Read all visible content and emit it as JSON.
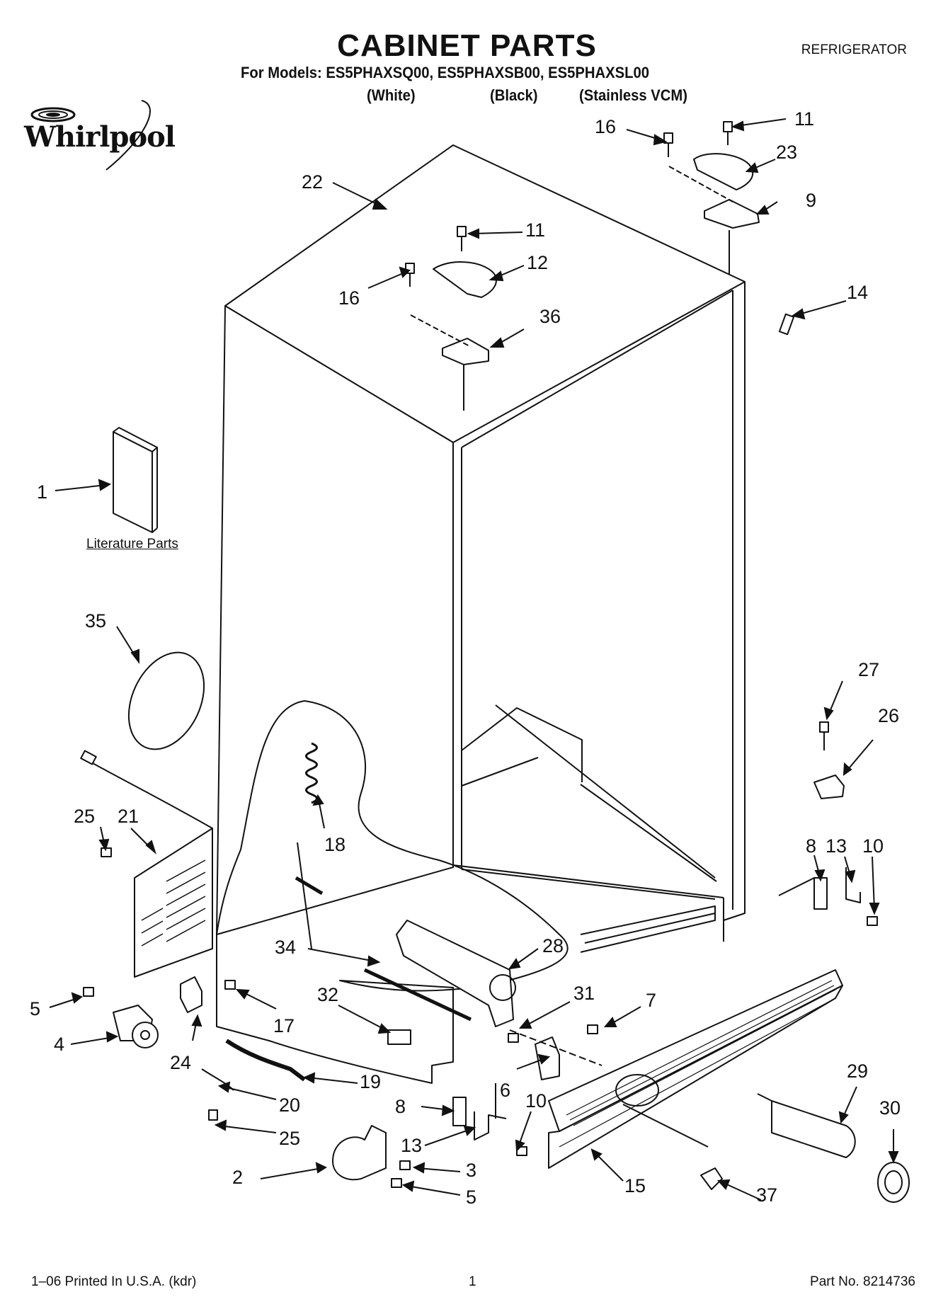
{
  "header": {
    "title": "CABINET PARTS",
    "appliance": "REFRIGERATOR",
    "models_line": "For Models: ES5PHAXSQ00, ES5PHAXSB00, ES5PHAXSL00",
    "variants": [
      "(White)",
      "(Black)",
      "(Stainless VCM)"
    ],
    "brand": "Whirlpool"
  },
  "labels": {
    "literature": "Literature Parts"
  },
  "callouts": [
    "1",
    "2",
    "3",
    "4",
    "5",
    "5",
    "6",
    "7",
    "8",
    "8",
    "9",
    "10",
    "10",
    "11",
    "11",
    "12",
    "13",
    "13",
    "14",
    "15",
    "16",
    "16",
    "17",
    "18",
    "19",
    "20",
    "21",
    "22",
    "23",
    "24",
    "25",
    "25",
    "26",
    "27",
    "28",
    "29",
    "30",
    "31",
    "32",
    "34",
    "35",
    "36",
    "37"
  ],
  "footer": {
    "printed": "1–06 Printed In U.S.A. (kdr)",
    "page": "1",
    "part_no": "Part No. 8214736"
  },
  "colors": {
    "ink": "#111111",
    "background": "#ffffff"
  }
}
